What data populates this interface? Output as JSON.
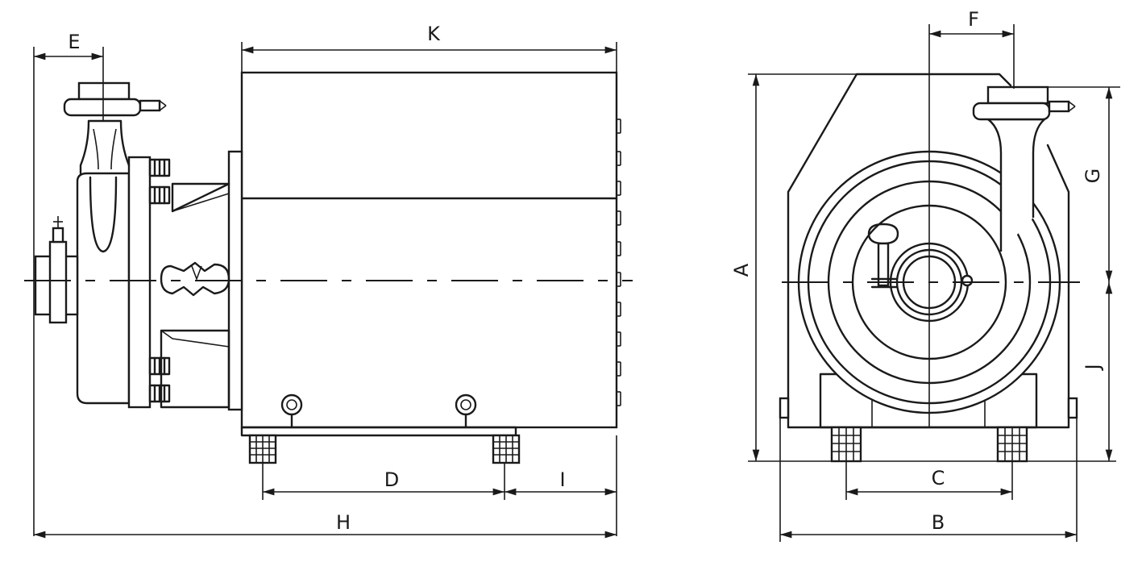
{
  "dimensions": {
    "E": "E",
    "K": "K",
    "D": "D",
    "I": "I",
    "H": "H",
    "F": "F",
    "A": "A",
    "G": "G",
    "J": "J",
    "C": "C",
    "B": "B"
  }
}
